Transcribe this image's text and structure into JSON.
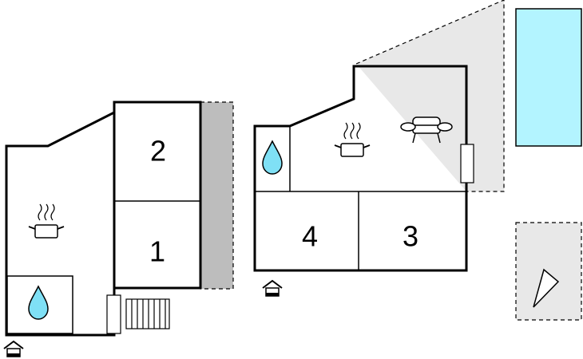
{
  "rooms": [
    {
      "label": "2"
    },
    {
      "label": "1"
    },
    {
      "label": "4"
    },
    {
      "label": "3"
    }
  ],
  "colors": {
    "wall": "#000000",
    "terrace_light": "#e8e8e8",
    "terrace_dark": "#bdbdbd",
    "pool": "#b3f4ff",
    "water_drop": "#7fe0f5"
  },
  "icons": [
    "cooking-pot-icon",
    "water-drop-icon",
    "sofa-icon",
    "entrance-icon",
    "stairs-icon",
    "window-icon",
    "pool-icon",
    "parking-icon"
  ]
}
